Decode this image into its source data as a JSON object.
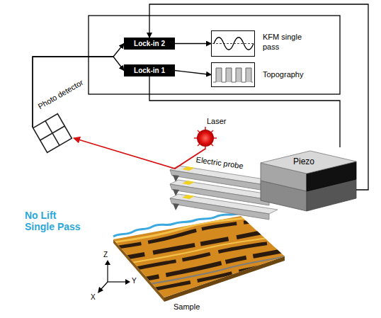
{
  "diagram": {
    "nodes": [
      {
        "text": [
          "Lock-in 2"
        ]
      },
      {
        "text": [
          "Lock-in 1"
        ]
      },
      {
        "text": [
          "KFM single pass"
        ]
      },
      {
        "text": [
          "Topography"
        ]
      },
      {
        "text": [
          "Photo detector"
        ]
      },
      {
        "text": [
          "Laser"
        ]
      },
      {
        "text": [
          "Piezo"
        ]
      }
    ],
    "edges": [
      {
        "from": 0,
        "to": 2,
        "arrow": "to"
      },
      {
        "from": 1,
        "to": 3,
        "arrow": "to"
      },
      {
        "from": 4,
        "to": 0,
        "arrow": "to"
      },
      {
        "from": 4,
        "to": 1,
        "arrow": "to"
      },
      {
        "from": 5,
        "to": 4,
        "arrow": "to"
      },
      {
        "from": 6,
        "to": 0,
        "arrow": "to"
      },
      {
        "from": 1,
        "to": 6,
        "arrow": "none"
      }
    ],
    "labels": [
      "Electric probe",
      "No Lift Single Pass",
      "Sample",
      "Z",
      "Y",
      "X"
    ]
  }
}
